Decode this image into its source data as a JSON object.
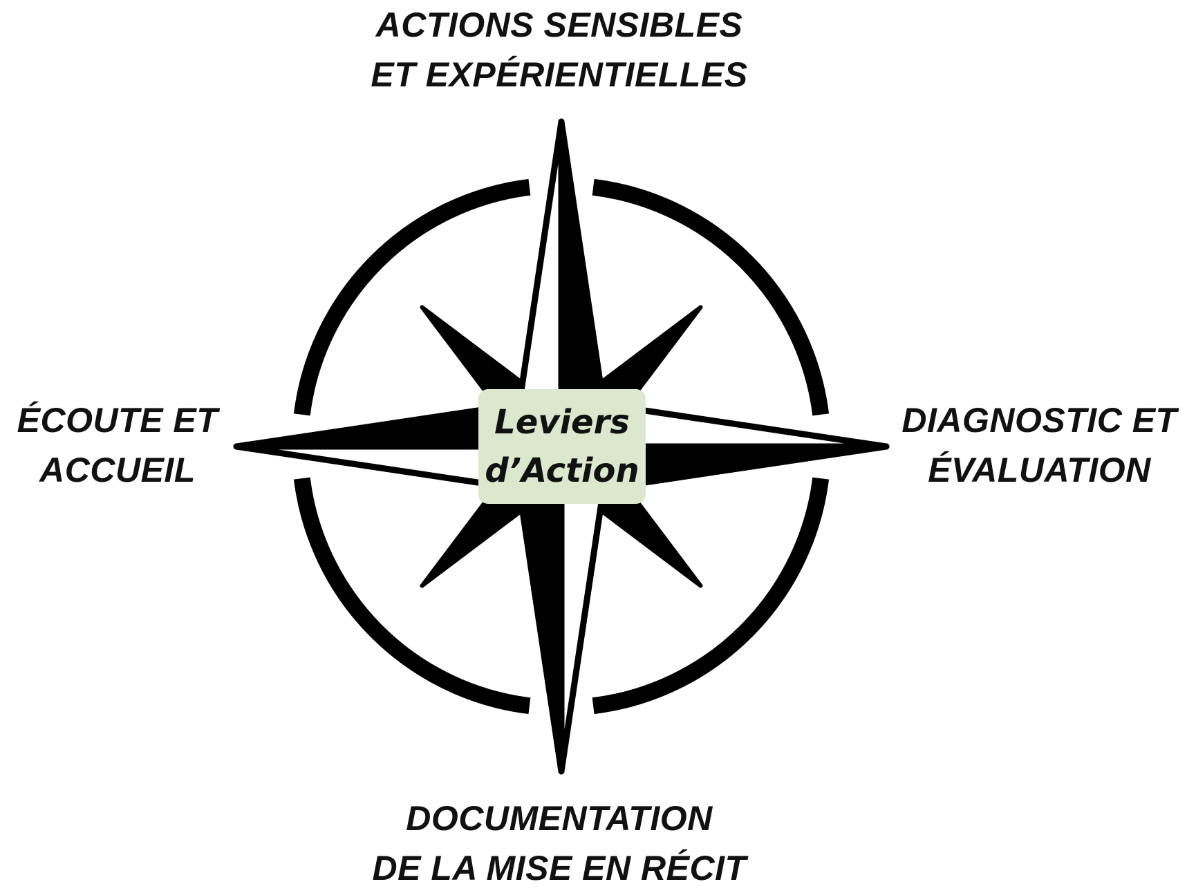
{
  "diagram": {
    "center": {
      "line1": "Leviers",
      "line2": "d’Action",
      "background_color": "#dbe8cd"
    },
    "top": {
      "line1": "ACTIONS SENSIBLES",
      "line2": "ET EXPÉRIENTIELLES"
    },
    "right": {
      "line1": "DIAGNOSTIC ET",
      "line2": "ÉVALUATION"
    },
    "bottom": {
      "line1": "DOCUMENTATION",
      "line2": "DE LA MISE EN RÉCIT"
    },
    "left": {
      "line1": "ÉCOUTE ET",
      "line2": "ACCUEIL"
    },
    "icon": "compass-rose-icon",
    "ink_color": "#000000"
  }
}
